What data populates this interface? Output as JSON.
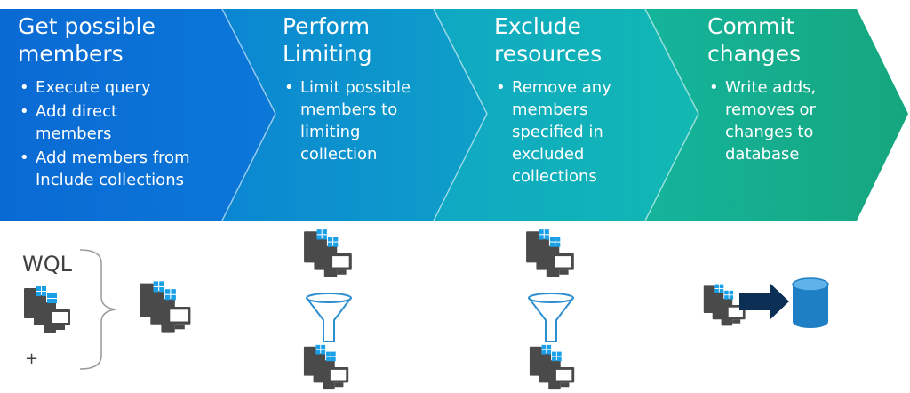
{
  "colors": {
    "step1": "#0a6fd6",
    "step2": "#0d95c6",
    "step3": "#12b0b6",
    "step4": "#15aa86",
    "server": "#4a4a4a",
    "windows_logo": "#1aa0e6",
    "funnel": "#2f8fd1",
    "arrow": "#0c2f55",
    "database": "#1f7fc4"
  },
  "steps": [
    {
      "title_line1": "Get possible",
      "title_line2": "members",
      "bullets": [
        "Execute query",
        "Add direct members",
        "Add members from Include collections"
      ]
    },
    {
      "title_line1": "Perform",
      "title_line2": "Limiting",
      "bullets": [
        "Limit possible members to limiting collection"
      ]
    },
    {
      "title_line1": "Exclude",
      "title_line2": "resources",
      "bullets": [
        "Remove any members specified in excluded collections"
      ]
    },
    {
      "title_line1": "Commit",
      "title_line2": "changes",
      "bullets": [
        "Write adds, removes or changes to database"
      ]
    }
  ],
  "below": {
    "wql_label": "WQL",
    "plus_label": "+"
  },
  "icons": {
    "server": "server-stack-icon",
    "funnel": "funnel-icon",
    "arrow": "arrow-right-icon",
    "database": "database-icon"
  }
}
